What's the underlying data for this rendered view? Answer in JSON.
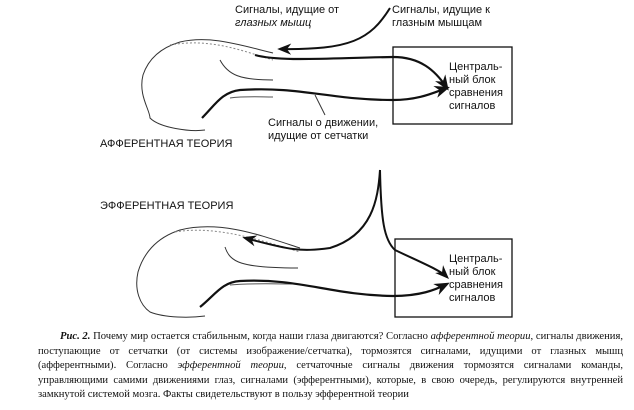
{
  "afferent": {
    "title": "АФФЕРЕНТНАЯ ТЕОРИЯ",
    "label_from_muscles": [
      "Сигналы, идущие от",
      "глазных мышц"
    ],
    "label_to_muscles": [
      "Сигналы, идущие к",
      "глазным мышцам"
    ],
    "label_retina": [
      "Сигналы о движении,",
      "идущие от сетчатки"
    ],
    "box": [
      "Централь-",
      "ный блок",
      "сравнения",
      "сигналов"
    ]
  },
  "efferent": {
    "title": "ЭФФЕРЕНТНАЯ ТЕОРИЯ",
    "box": [
      "Централь-",
      "ный блок",
      "сравнения",
      "сигналов"
    ]
  },
  "caption": {
    "fig": "Рис. 2.",
    "t1": " Почему мир остается стабильным, когда наши глаза двигаются? Согласно ",
    "i1": "афферентной теории",
    "t2": ", сигналы движения, поступающие от сетчатки (от системы изображение/сетчатка), тормозятся сигналами, идущими от глазных мышц (афферентными). Согласно ",
    "i2": "эфферентной теории",
    "t3": ", сетчаточные сигналы движения тормозятся сигналами команды, управляющими самими движениями глаз, сигналами (эфферентными), которые, в свою очередь, регулируются внутренней замкнутой системой мозга. Факты свидетельствуют в пользу эфферентной теории"
  }
}
